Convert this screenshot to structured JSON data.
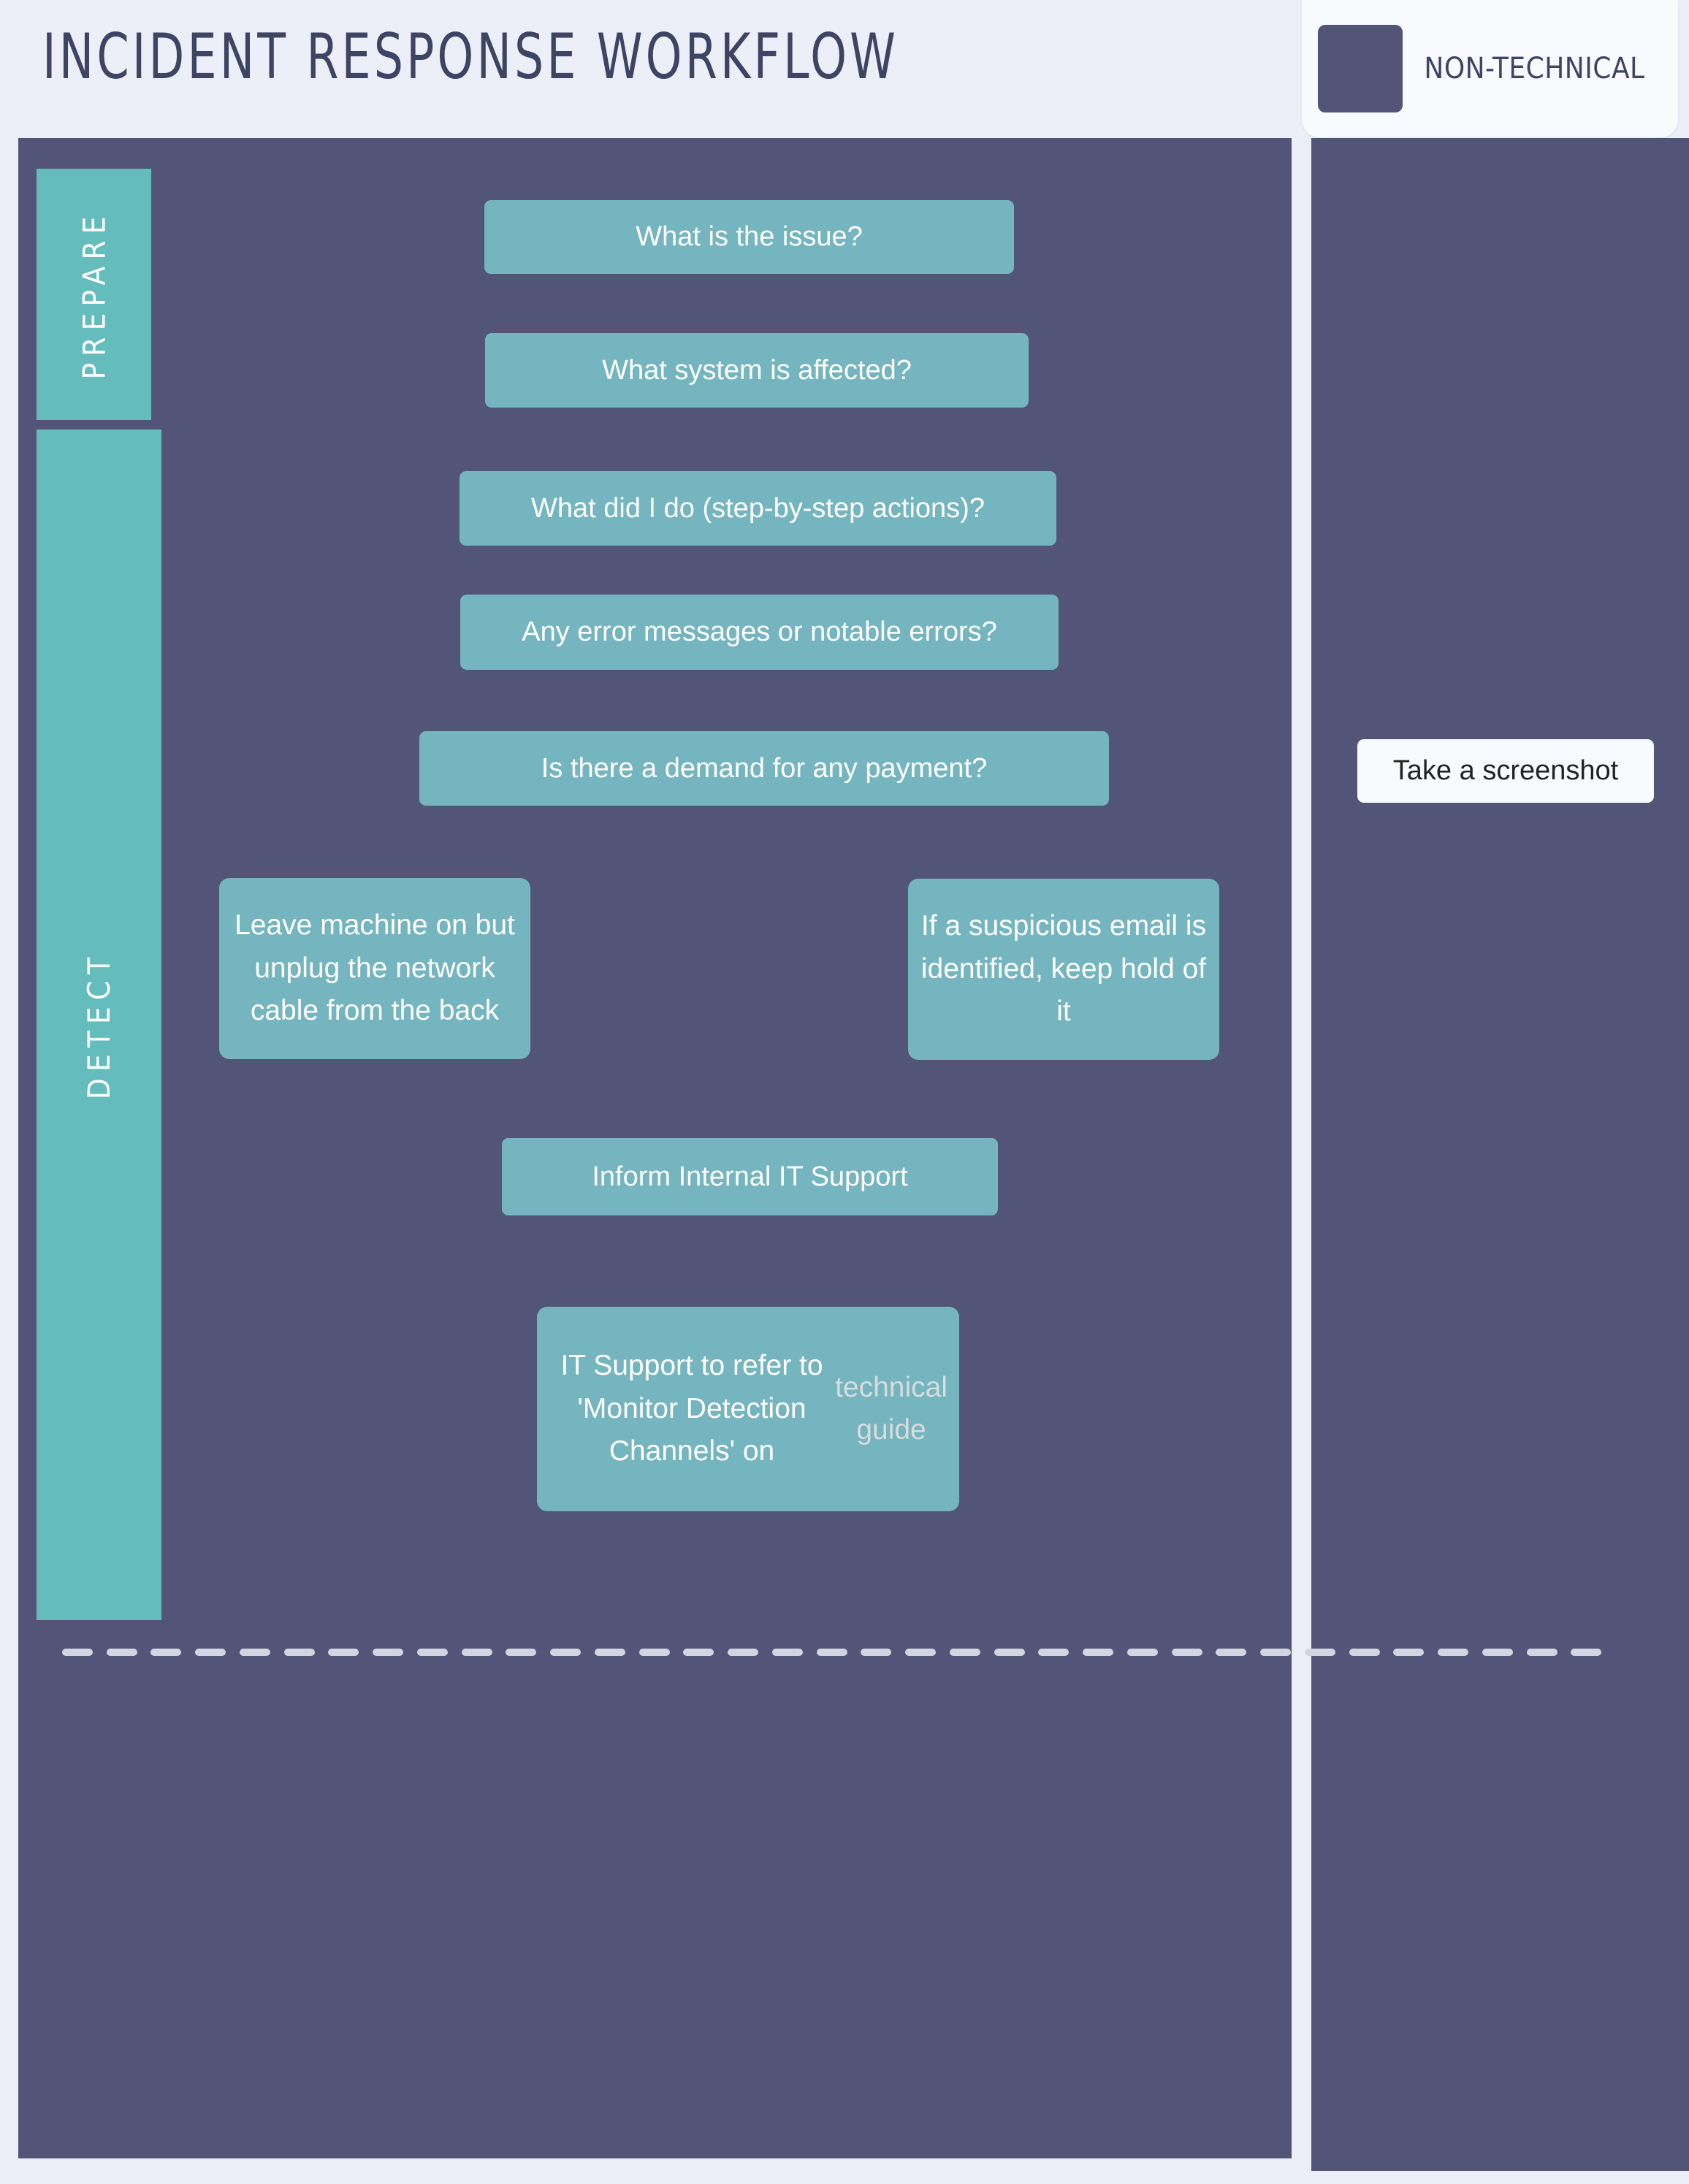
{
  "header": {
    "title": "INCIDENT RESPONSE WORKFLOW"
  },
  "legend": {
    "swatch_color": "#525578",
    "label": "NON-TECHNICAL"
  },
  "colors": {
    "canvas_background": "#eceff8",
    "panel": "#525578",
    "lane_bar": "#64bcbd",
    "task_box": "#75b5bf",
    "task_text": "#ffffff",
    "link_text": "#d8dcdd",
    "card_background": "#f9fafd",
    "title_text": "#3e4463",
    "divider": "#d2d6e0"
  },
  "lanes": [
    {
      "id": "prepare",
      "label": "PREPARE"
    },
    {
      "id": "detect",
      "label": "DETECT"
    }
  ],
  "main_panel": {
    "boxes": [
      {
        "id": "issue",
        "text": "What is the issue?"
      },
      {
        "id": "system",
        "text": "What system is affected?"
      },
      {
        "id": "steps",
        "text": "What did I do (step-by-step actions)?"
      },
      {
        "id": "errors",
        "text": "Any error messages or notable errors?"
      },
      {
        "id": "payment",
        "text": "Is there a demand for any payment?"
      },
      {
        "id": "unplug",
        "text": "Leave machine on but unplug the network cable from the back"
      },
      {
        "id": "email",
        "text": "If a suspicious email is identified, keep hold of it"
      },
      {
        "id": "inform",
        "text": "Inform Internal IT Support"
      },
      {
        "id": "refer",
        "text_before": "IT Support to refer to 'Monitor Detection Channels' on ",
        "link_text": "technical guide"
      }
    ]
  },
  "side_panel": {
    "screenshot_card_label": "Take a screenshot"
  },
  "divider": {
    "style": "dashed",
    "dash_count": 35
  }
}
